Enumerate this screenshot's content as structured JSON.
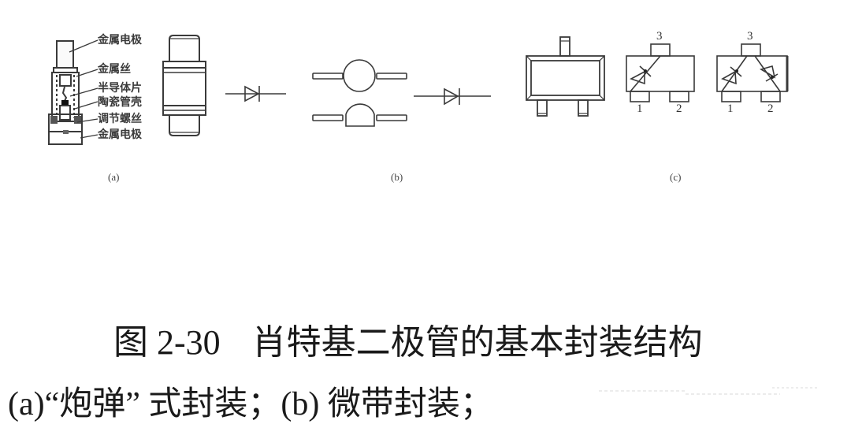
{
  "figure": {
    "title_number": "图 2-30",
    "title_text": "肖特基二极管的基本封装结构",
    "subcaption": "(a)“炮弹” 式封装；(b)  微带封装；",
    "panels": [
      {
        "id": "a",
        "label": "(a)",
        "name": "bullet-package",
        "callouts": [
          "金属电极",
          "金属丝",
          "半导体片",
          "陶瓷管壳",
          "调节螺丝",
          "金属电极"
        ]
      },
      {
        "id": "b",
        "label": "(b)",
        "name": "microstrip-package"
      },
      {
        "id": "c",
        "label": "(c)",
        "name": "sot-package",
        "pins": [
          "1",
          "2",
          "3"
        ]
      }
    ],
    "symbols": [
      "diode-symbol",
      "diode-symbol"
    ],
    "colors": {
      "line": "#3a3a3a",
      "text": "#1a1a1a",
      "background": "#ffffff"
    }
  }
}
